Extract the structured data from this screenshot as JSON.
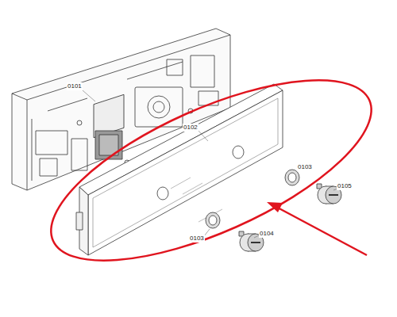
{
  "diagram": {
    "labels": [
      "0101",
      "0102",
      "0103",
      "0103",
      "0104",
      "0105"
    ]
  }
}
